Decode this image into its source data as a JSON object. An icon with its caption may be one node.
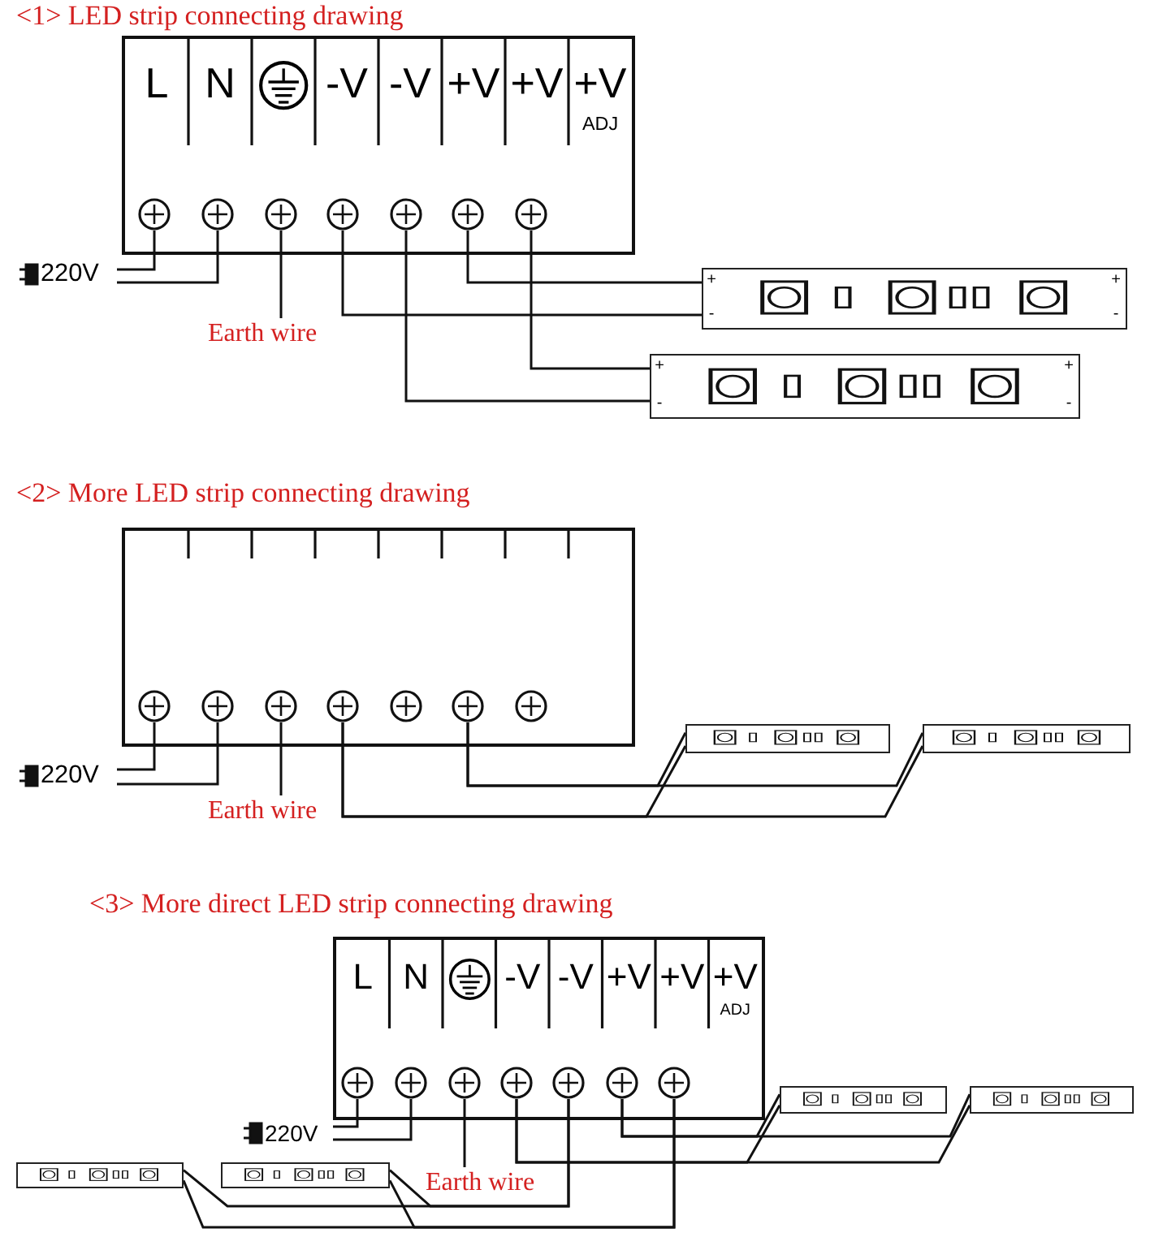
{
  "diagram": {
    "nodes": [
      {
        "text": [
          "L",
          "N",
          "-V",
          "-V",
          "+V",
          "+V",
          "+V",
          "ADJ"
        ]
      },
      {
        "text": [],
        "shape": "circle",
        "in": 0
      },
      {
        "text": [],
        "shape": "circle",
        "in": 0
      },
      {
        "text": [],
        "shape": "circle",
        "in": 0
      },
      {
        "text": [],
        "shape": "circle",
        "in": 0
      },
      {
        "text": [],
        "shape": "circle",
        "in": 0
      },
      {
        "text": [],
        "shape": "circle",
        "in": 0
      },
      {
        "text": [],
        "shape": "circle",
        "in": 0
      },
      {
        "text": [
          "220V"
        ]
      },
      {
        "text": [
          "Earth wire"
        ]
      },
      {
        "text": [
          "+",
          "-",
          "+",
          "-"
        ]
      },
      {
        "text": [
          "+",
          "-",
          "+",
          "-"
        ]
      },
      {
        "text": [],
        "shape": "box"
      },
      {
        "text": [],
        "shape": "circle",
        "in": 12
      },
      {
        "text": [],
        "shape": "circle",
        "in": 12
      },
      {
        "text": [],
        "shape": "circle",
        "in": 12
      },
      {
        "text": [],
        "shape": "circle",
        "in": 12
      },
      {
        "text": [],
        "shape": "circle",
        "in": 12
      },
      {
        "text": [],
        "shape": "circle",
        "in": 12
      },
      {
        "text": [],
        "shape": "circle",
        "in": 12
      },
      {
        "text": [
          "220V"
        ]
      },
      {
        "text": [
          "Earth wire"
        ]
      },
      {
        "text": [],
        "shape": "bar"
      },
      {
        "text": [],
        "shape": "bar"
      },
      {
        "text": [
          "L",
          "N",
          "-V",
          "-V",
          "+V",
          "+V",
          "+V",
          "ADJ"
        ]
      },
      {
        "text": [],
        "shape": "circle",
        "in": 24
      },
      {
        "text": [],
        "shape": "circle",
        "in": 24
      },
      {
        "text": [],
        "shape": "circle",
        "in": 24
      },
      {
        "text": [],
        "shape": "circle",
        "in": 24
      },
      {
        "text": [],
        "shape": "circle",
        "in": 24
      },
      {
        "text": [],
        "shape": "circle",
        "in": 24
      },
      {
        "text": [],
        "shape": "circle",
        "in": 24
      },
      {
        "text": [
          "220V"
        ]
      },
      {
        "text": [
          "Earth wire"
        ]
      },
      {
        "text": [],
        "shape": "bar"
      },
      {
        "text": [],
        "shape": "bar"
      },
      {
        "text": [],
        "shape": "bar"
      },
      {
        "text": [],
        "shape": "bar"
      }
    ],
    "edges": [
      {
        "from": 1,
        "to": 8,
        "arrow": "none"
      },
      {
        "from": 2,
        "to": 8,
        "arrow": "none"
      },
      {
        "from": 3,
        "to": 9,
        "arrow": "none"
      },
      {
        "from": 6,
        "to": 10,
        "arrow": "none"
      },
      {
        "from": 4,
        "to": 10,
        "arrow": "none"
      },
      {
        "from": 7,
        "to": 11,
        "arrow": "none"
      },
      {
        "from": 5,
        "to": 11,
        "arrow": "none"
      },
      {
        "from": 13,
        "to": 20,
        "arrow": "none"
      },
      {
        "from": 14,
        "to": 20,
        "arrow": "none"
      },
      {
        "from": 15,
        "to": 21,
        "arrow": "none"
      },
      {
        "from": 18,
        "to": 22,
        "arrow": "none"
      },
      {
        "from": 18,
        "to": 23,
        "arrow": "none"
      },
      {
        "from": 16,
        "to": 22,
        "arrow": "none"
      },
      {
        "from": 16,
        "to": 23,
        "arrow": "none"
      },
      {
        "from": 25,
        "to": 32,
        "arrow": "none"
      },
      {
        "from": 26,
        "to": 32,
        "arrow": "none"
      },
      {
        "from": 27,
        "to": 33,
        "arrow": "none"
      },
      {
        "from": 30,
        "to": 34,
        "arrow": "none"
      },
      {
        "from": 30,
        "to": 35,
        "arrow": "none"
      },
      {
        "from": 28,
        "to": 34,
        "arrow": "none"
      },
      {
        "from": 28,
        "to": 35,
        "arrow": "none"
      },
      {
        "from": 29,
        "to": 36,
        "arrow": "none"
      },
      {
        "from": 29,
        "to": 37,
        "arrow": "none"
      },
      {
        "from": 31,
        "to": 36,
        "arrow": "none"
      },
      {
        "from": 31,
        "to": 37,
        "arrow": "none"
      }
    ],
    "labels": [
      "<1> LED strip connecting drawing",
      "<2> More LED strip connecting drawing",
      "<3> More direct LED strip connecting drawing"
    ]
  }
}
